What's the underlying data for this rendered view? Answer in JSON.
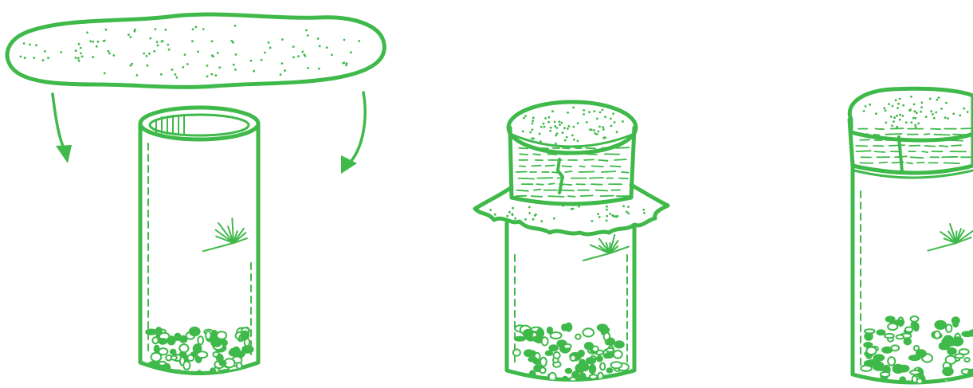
{
  "figure": {
    "stroke_color": "#3fb94a",
    "fill_color": "#ffffff",
    "panels": [
      {
        "id": "step-1",
        "depicts": "cloth-held-above-open-jar"
      },
      {
        "id": "step-2",
        "depicts": "cloth-tied-over-jar-mouth"
      },
      {
        "id": "step-3",
        "depicts": "cloth-trimmed-and-secured"
      }
    ]
  }
}
